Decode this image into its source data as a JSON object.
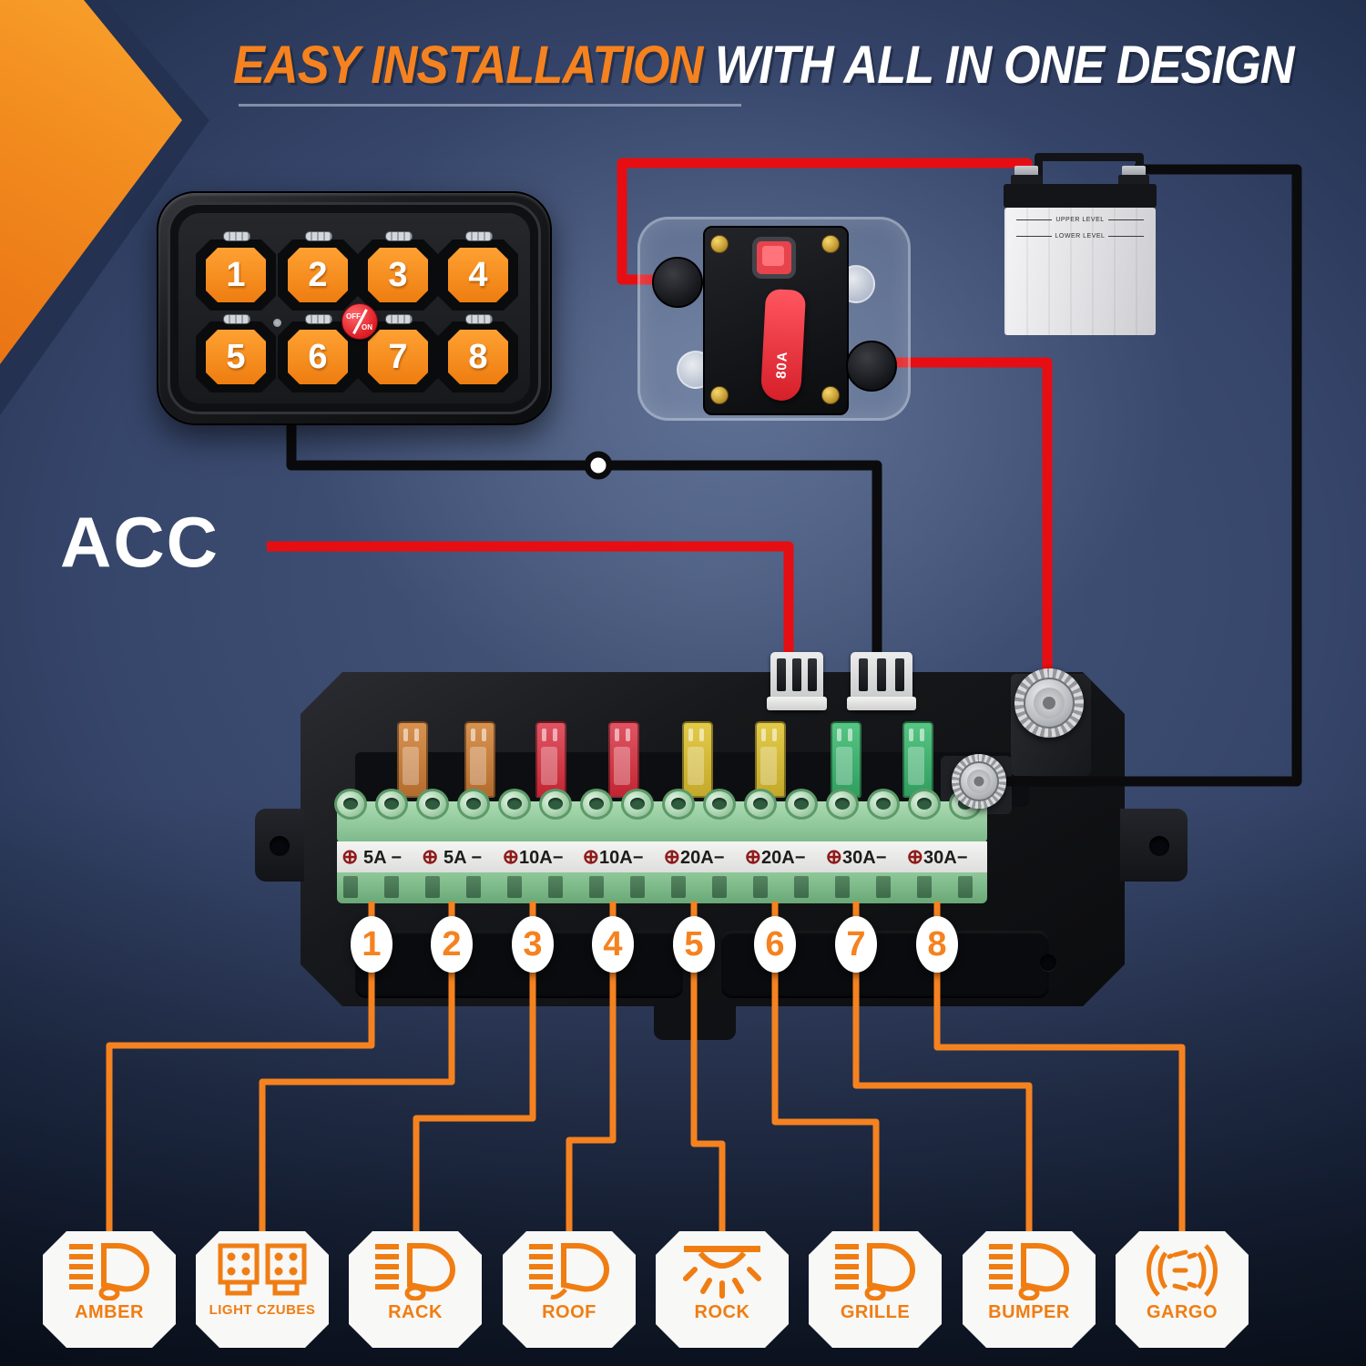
{
  "title": {
    "highlight": "EASY INSTALLATION",
    "rest": " WITH ALL IN ONE DESIGN"
  },
  "acc_label": "ACC",
  "panel": {
    "buttons": [
      "1",
      "2",
      "3",
      "4",
      "5",
      "6",
      "7",
      "8"
    ],
    "power_off": "OFF",
    "power_on": "ON"
  },
  "breaker": {
    "rating": "80A"
  },
  "battery": {
    "upper_label": "UPPER LEVEL",
    "lower_label": "LOWER LEVEL"
  },
  "fusebox": {
    "plus_symbol": "⊕",
    "minus_symbol": "−",
    "fuse_labels": [
      "5A",
      "5A",
      "10A",
      "10A",
      "20A",
      "20A",
      "30A",
      "30A"
    ],
    "ports": [
      "1",
      "2",
      "3",
      "4",
      "5",
      "6",
      "7",
      "8"
    ]
  },
  "outputs": [
    {
      "num": "1",
      "label": "AMBER",
      "icon": "headlight-icon"
    },
    {
      "num": "2",
      "label": "LIGHT CZUBES",
      "icon": "light-cubes-icon"
    },
    {
      "num": "3",
      "label": "RACK",
      "icon": "headlight-icon"
    },
    {
      "num": "4",
      "label": "ROOF",
      "icon": "headlight-hook-icon"
    },
    {
      "num": "5",
      "label": "ROCK",
      "icon": "rock-light-icon"
    },
    {
      "num": "6",
      "label": "GRILLE",
      "icon": "headlight-icon"
    },
    {
      "num": "7",
      "label": "BUMPER",
      "icon": "headlight-icon"
    },
    {
      "num": "8",
      "label": "GARGO",
      "icon": "cargo-light-icon"
    }
  ],
  "colors": {
    "accent_orange": "#F5821F",
    "wire_orange": "#F58220",
    "wire_red": "#E60E12",
    "wire_black": "#0B0B0D",
    "title_white": "#FFFFFF",
    "tile_bg": "#F8F8F7",
    "fuse_tan": "#C9803C",
    "fuse_red": "#D5404E",
    "fuse_yellow": "#D9BE3B",
    "fuse_green": "#4CB877",
    "terminal_green": "#9BCE9F",
    "breaker_lever_red": "#E0303A"
  }
}
